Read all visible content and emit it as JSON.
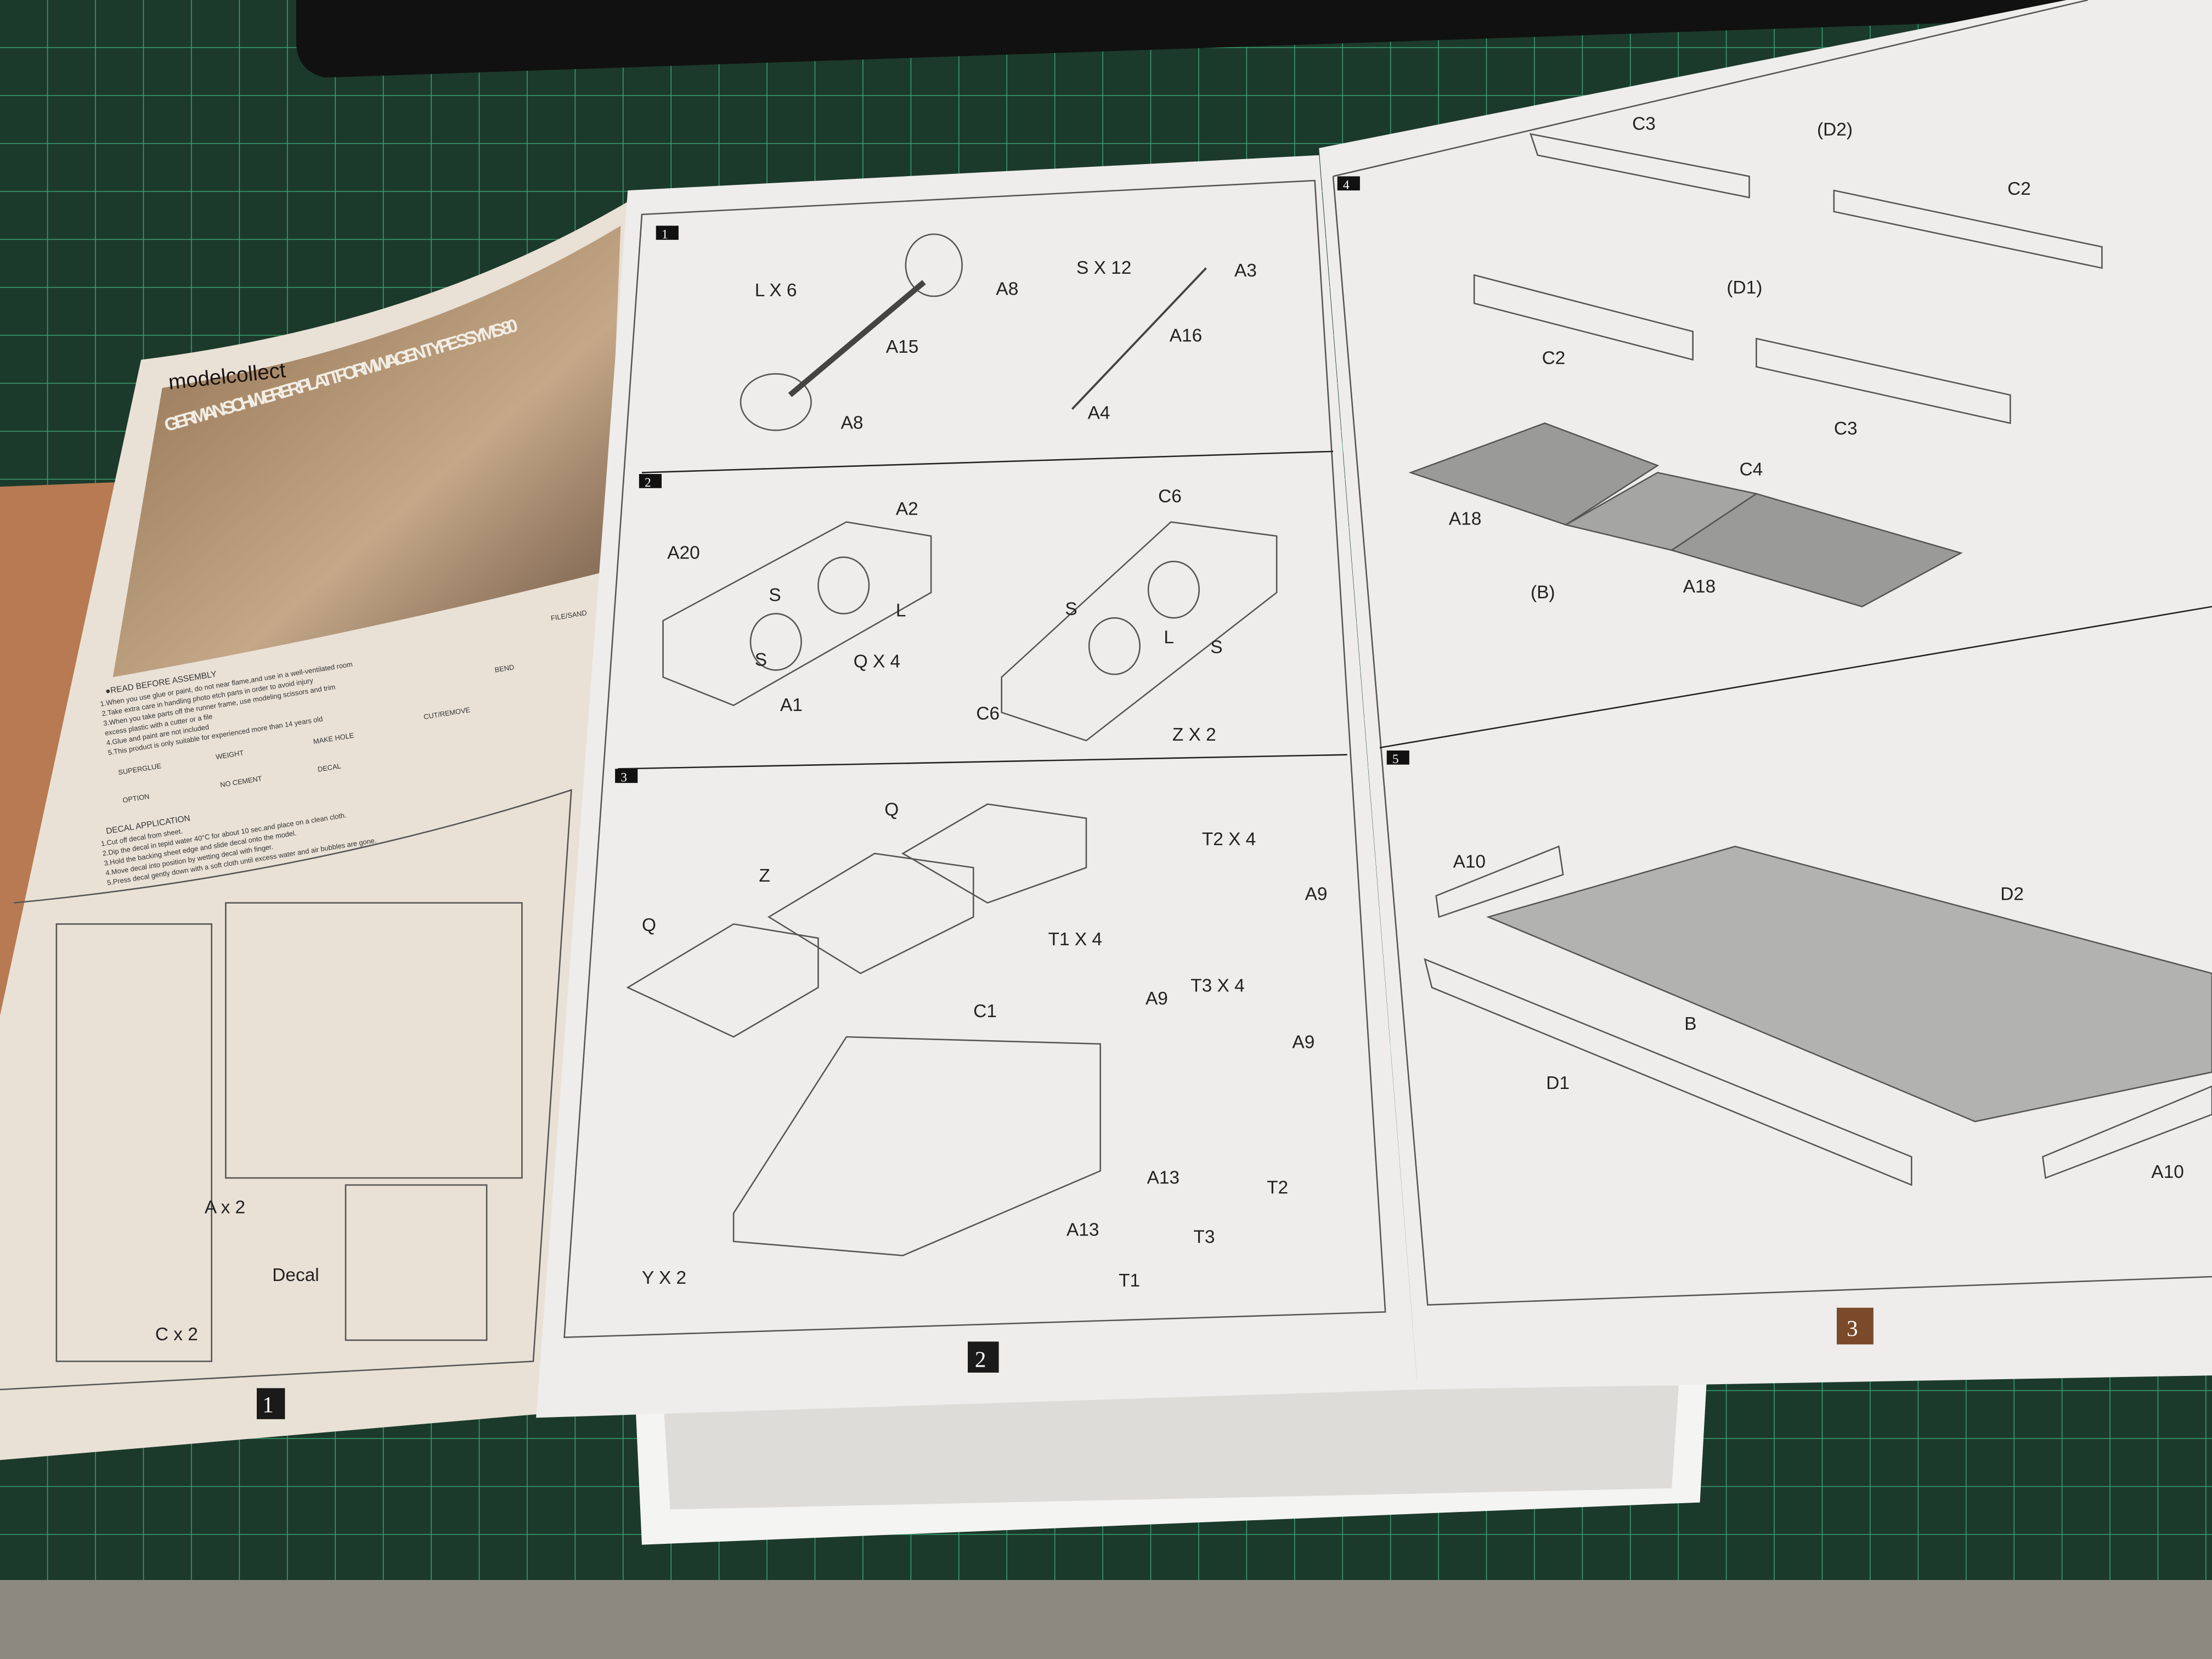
{
  "page1": {
    "brand": "modelcollect",
    "title": "GERMAN SCHWERER PLATTFORMWAGEN TYPE SSYMS 80",
    "read_before_heading": "●READ BEFORE ASSEMBLY",
    "read_before_items": [
      "1.When you use glue or paint, do not near flame,and use in a well-ventilated room",
      "2.Take extra care in handling photo etch parts in order to avoid injury",
      "3.When you take parts off the runner frame, use modeling scissors and trim",
      "excess plastic with a cutter or a file",
      "4.Glue and paint are not included",
      "5.This product is only suitable for experienced more than 14 years old"
    ],
    "symbols": [
      "SUPERGLUE",
      "WEIGHT",
      "MAKE HOLE",
      "OPTION",
      "NO CEMENT",
      "DECAL",
      "CUT/REMOVE",
      "BEND",
      "FILE/SAND"
    ],
    "decal_heading": "DECAL APPLICATION",
    "decal_items": [
      "1.Cut off decal from sheet.",
      "2.Dip the decal in tepid water 40°C for about 10 sec.and place on a clean cloth.",
      "3.Hold the backing sheet edge and slide decal onto the model.",
      "4.Move decal into position by wetting decal with finger.",
      "5.Press decal gently down with a soft cloth until excess water and air bubbles are gone."
    ],
    "sprue_labels": [
      "A x 2",
      "Decal",
      "C x 2"
    ],
    "page_number": "1"
  },
  "page2": {
    "steps": [
      {
        "number": "1",
        "labels": [
          "L X 6",
          "A8",
          "A15",
          "A8",
          "S X 12",
          "A3",
          "A16",
          "A4"
        ]
      },
      {
        "number": "2",
        "labels": [
          "A2",
          "A20",
          "S",
          "S",
          "L",
          "Q X 4",
          "A1",
          "C6",
          "S",
          "L",
          "S",
          "C6",
          "Z X 2"
        ]
      },
      {
        "number": "3",
        "labels": [
          "Q",
          "Z",
          "Q",
          "T2 X 4",
          "A9",
          "T1 X 4",
          "A9",
          "T3 X 4",
          "A9",
          "C1",
          "A13",
          "T2",
          "A13",
          "T3",
          "T1",
          "Y X 2"
        ]
      }
    ],
    "page_number": "2"
  },
  "page3": {
    "steps": [
      {
        "number": "4",
        "labels": [
          "C3",
          "(D2)",
          "C2",
          "(D1)",
          "C2",
          "C3",
          "C4",
          "A18",
          "A18",
          "(B)"
        ]
      },
      {
        "number": "5",
        "labels": [
          "A10",
          "D2",
          "B",
          "D1",
          "A10"
        ]
      }
    ],
    "page_number": "3"
  },
  "colors": {
    "mat": "#1d3a2c",
    "grid": "#3fae7e",
    "paper": "#ecebe8",
    "page_number_bg": "#1a1a1a",
    "page3_number_bg": "#7a4a2a"
  }
}
